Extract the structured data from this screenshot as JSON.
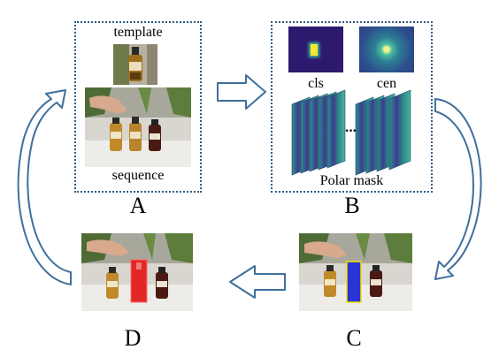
{
  "panel_a": {
    "template_label": "template",
    "sequence_label": "sequence",
    "letter": "A"
  },
  "panel_b": {
    "cls_label": "cls",
    "cen_label": "cen",
    "ellipsis": "···",
    "polar_label": "Polar mask",
    "letter": "B"
  },
  "panel_c": {
    "letter": "C"
  },
  "panel_d": {
    "letter": "D"
  },
  "colors": {
    "panel_border": "#2e5d86",
    "arrow_stroke": "#3f6f9c",
    "heatmap_bg": "#2d1a6e",
    "heat_yellow": "#f5e72a",
    "polar_teal": "#2e8a8c",
    "polar_purple": "#3b3e8c",
    "mask_red": "#e32626",
    "mask_blue": "#2b32d6"
  }
}
